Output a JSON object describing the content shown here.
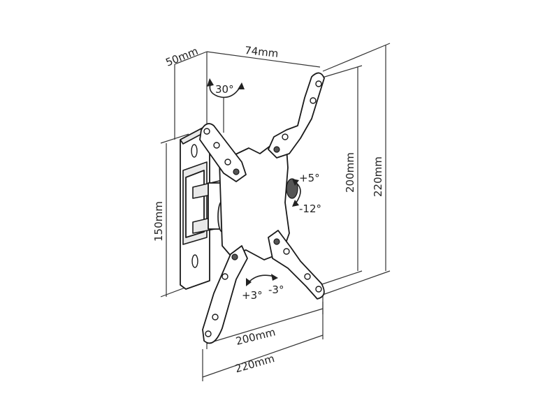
{
  "dimensions": {
    "depth_left": "50mm",
    "depth_right": "74mm",
    "wall_plate_height": "150mm",
    "vesa_vertical": "200mm",
    "bracket_height": "220mm",
    "vesa_horizontal": "200mm",
    "bracket_width": "220mm"
  },
  "angles": {
    "swivel": "30°",
    "tilt_up": "+5°",
    "tilt_down": "-12°",
    "rotate_left": "+3°",
    "rotate_right": "-3°"
  }
}
